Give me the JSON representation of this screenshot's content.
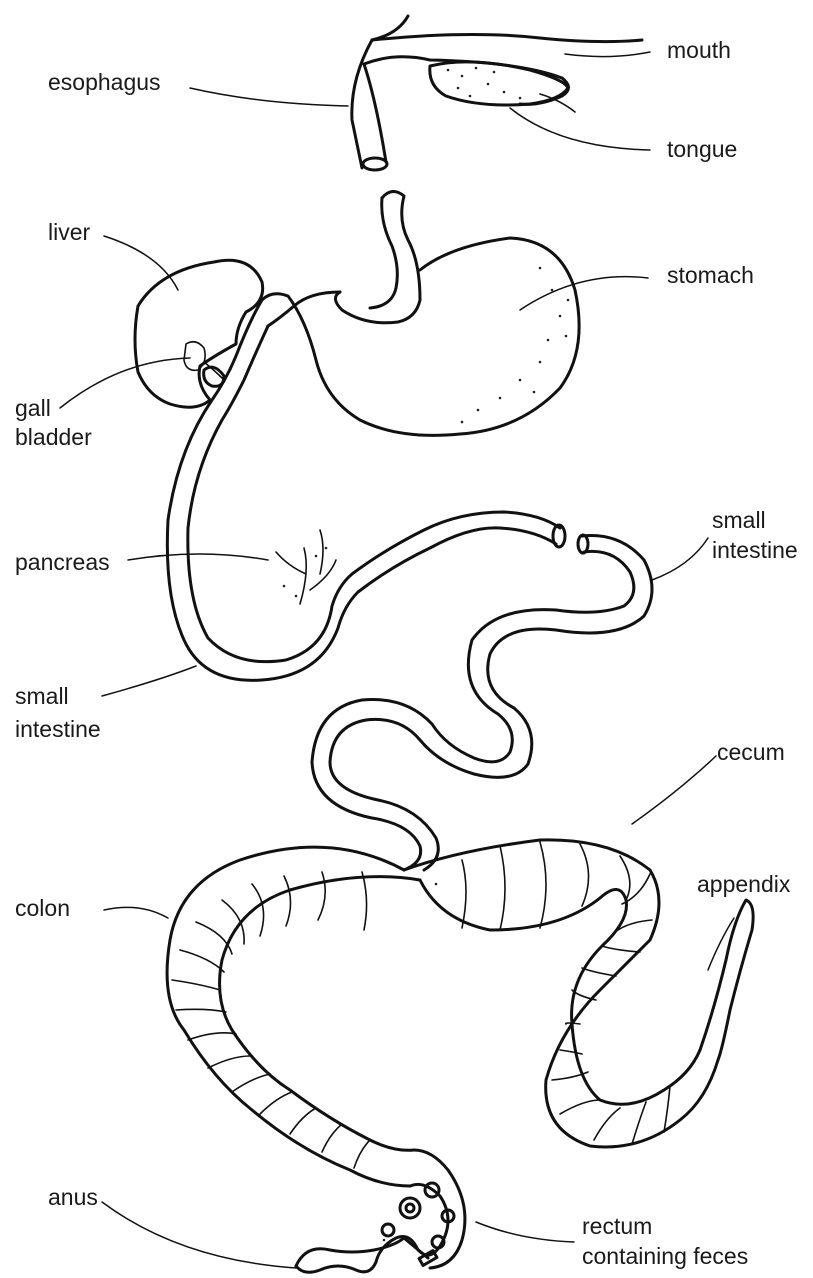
{
  "labels": {
    "mouth": "mouth",
    "esophagus": "esophagus",
    "tongue": "tongue",
    "liver": "liver",
    "stomach": "stomach",
    "gall_bladder": [
      "gall",
      "bladder"
    ],
    "small_intestine_right": [
      "small",
      "intestine"
    ],
    "pancreas": "pancreas",
    "small_intestine_left": [
      "small",
      "intestine"
    ],
    "cecum": "cecum",
    "colon": "colon",
    "appendix": "appendix",
    "anus": "anus",
    "rectum": [
      "rectum",
      "containing feces"
    ]
  }
}
